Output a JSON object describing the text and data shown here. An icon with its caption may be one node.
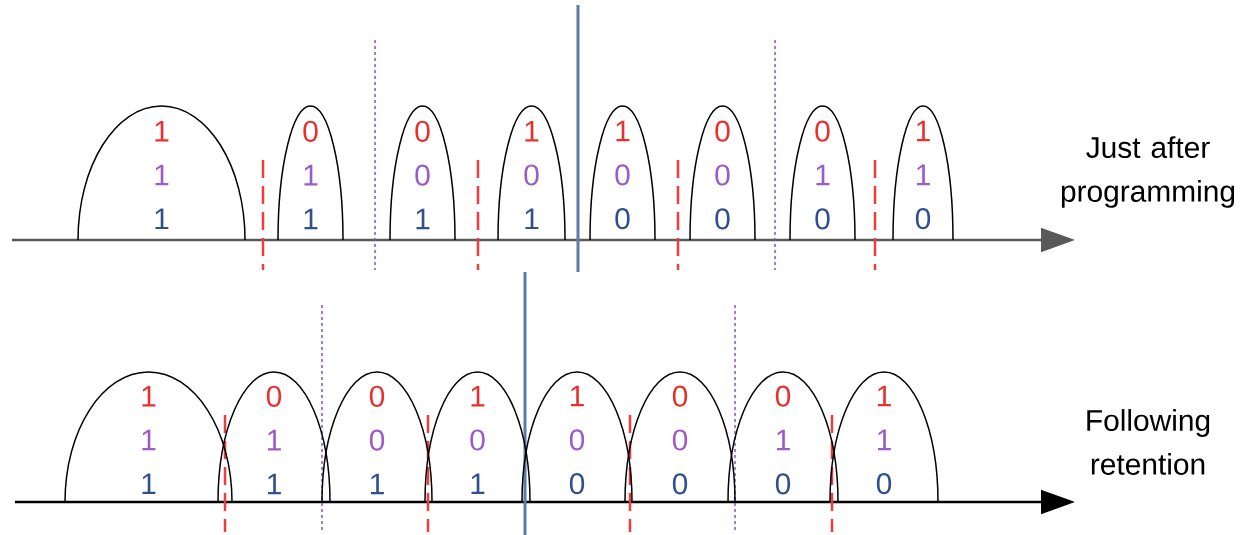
{
  "diagram": {
    "nodes": [
      {
        "text": [
          "1",
          "1",
          "1"
        ]
      },
      {
        "text": [
          "0",
          "1",
          "1"
        ]
      },
      {
        "text": [
          "0",
          "0",
          "1"
        ]
      },
      {
        "text": [
          "1",
          "0",
          "1"
        ]
      },
      {
        "text": [
          "1",
          "0",
          "0"
        ]
      },
      {
        "text": [
          "0",
          "0",
          "0"
        ]
      },
      {
        "text": [
          "0",
          "1",
          "0"
        ]
      },
      {
        "text": [
          "1",
          "1",
          "0"
        ]
      },
      {
        "text": [
          "1",
          "1",
          "1"
        ]
      },
      {
        "text": [
          "0",
          "1",
          "1"
        ]
      },
      {
        "text": [
          "0",
          "0",
          "1"
        ]
      },
      {
        "text": [
          "1",
          "0",
          "1"
        ]
      },
      {
        "text": [
          "1",
          "0",
          "0"
        ]
      },
      {
        "text": [
          "0",
          "0",
          "0"
        ]
      },
      {
        "text": [
          "0",
          "1",
          "0"
        ]
      },
      {
        "text": [
          "1",
          "1",
          "0"
        ]
      }
    ],
    "edges": [],
    "labels": [
      "Just after programming",
      "Following retention"
    ]
  }
}
